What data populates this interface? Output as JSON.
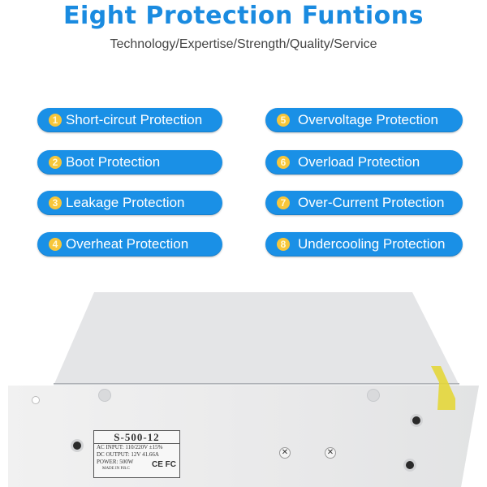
{
  "header": {
    "title": "Eight Protection Funtions",
    "subtitle": "Technology/Expertise/Strength/Quality/Service"
  },
  "colors": {
    "title": "#1a8be0",
    "pill": "#1a90e6",
    "badge": "#f7c63a"
  },
  "features": {
    "left": [
      {
        "number": "1",
        "label": "Short-circut Protection"
      },
      {
        "number": "2",
        "label": "Boot Protection"
      },
      {
        "number": "3",
        "label": "Leakage Protection"
      },
      {
        "number": "4",
        "label": "Overheat Protection"
      }
    ],
    "right": [
      {
        "number": "5",
        "label": "Overvoltage Protection"
      },
      {
        "number": "6",
        "label": "Overload Protection"
      },
      {
        "number": "7",
        "label": "Over-Current Protection"
      },
      {
        "number": "8",
        "label": "Undercooling Protection"
      }
    ]
  },
  "product": {
    "model": "S-500-12",
    "ac_input": "AC INPUT: 110/220V ±15%",
    "dc_output": "DC OUTPUT: 12V 41.66A",
    "power": "POWER: 500W",
    "certs": "CE FC",
    "made_in": "MADE IN P.R.C"
  }
}
